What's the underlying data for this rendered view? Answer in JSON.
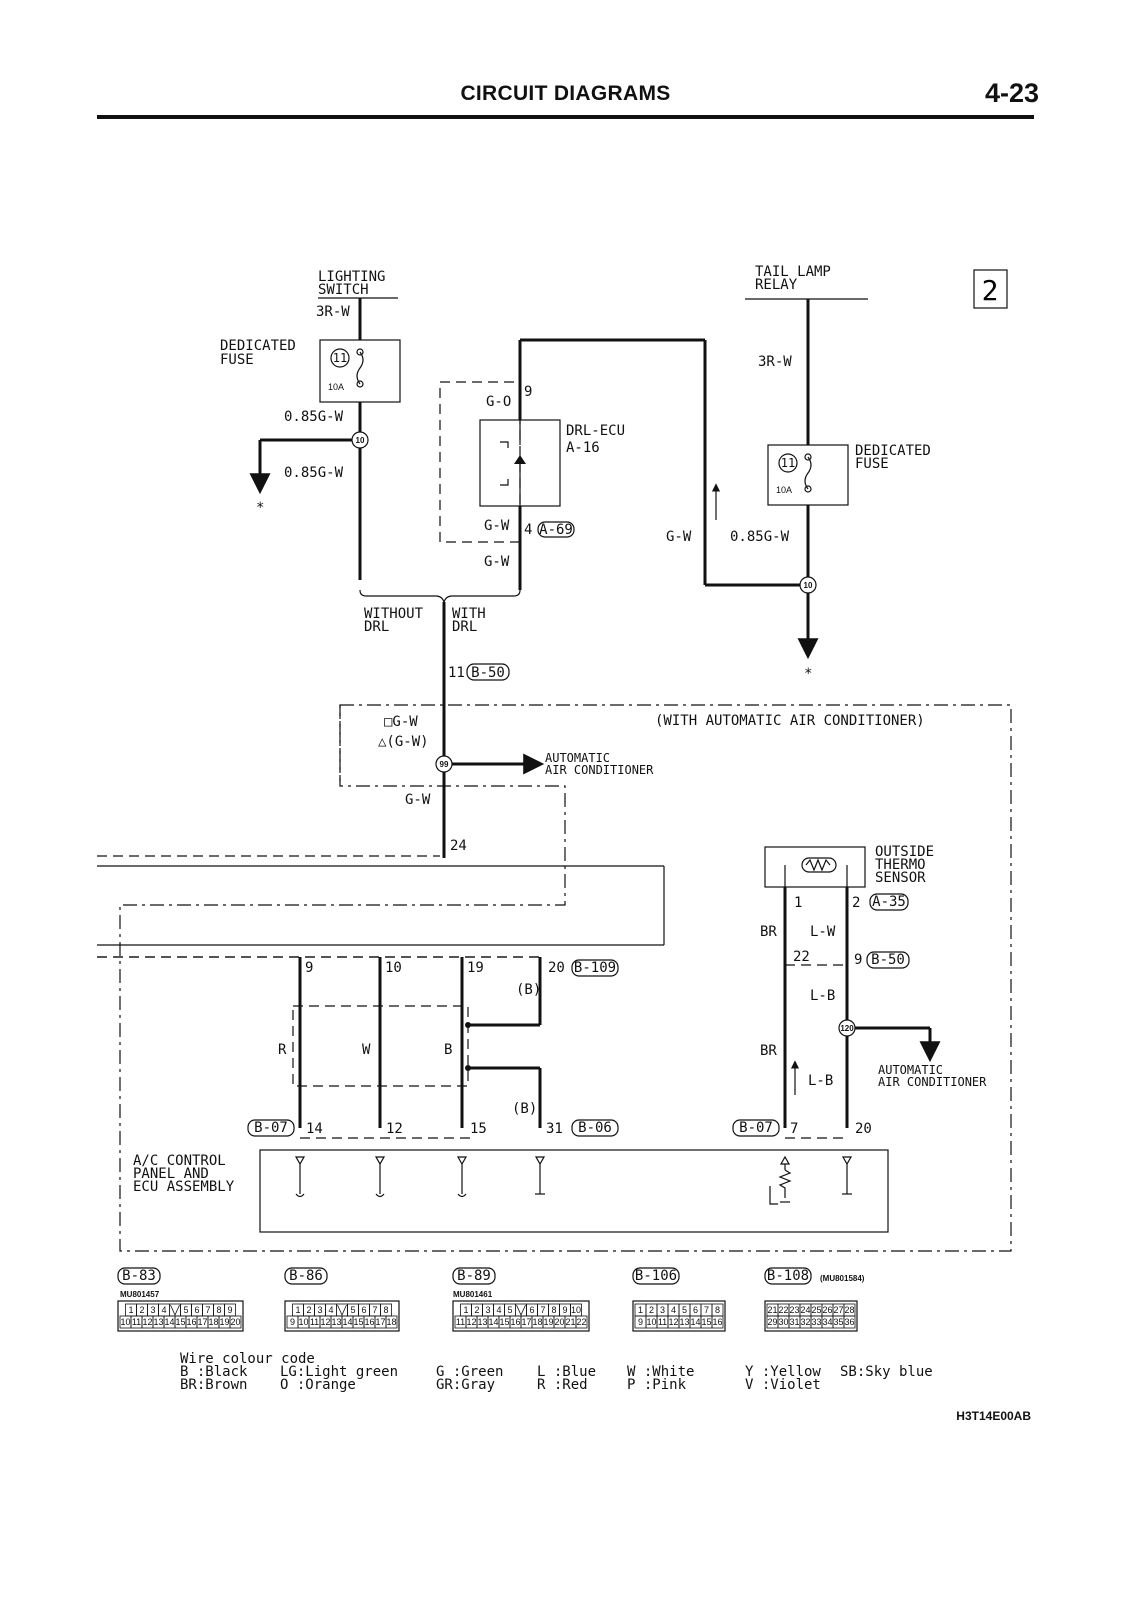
{
  "header": {
    "title": "CIRCUIT DIAGRAMS",
    "page": "4-23"
  },
  "sheet_mark": "2",
  "labels": {
    "lighting_switch_1": "LIGHTING",
    "lighting_switch_2": "SWITCH",
    "wire_3rw_left": "3R-W",
    "dedicated_fuse_1": "DEDICATED",
    "dedicated_fuse_2": "FUSE",
    "fuse_no": "11",
    "fuse_amp": "10A",
    "wire_085gw_a": "0.85G-W",
    "wire_085gw_b": "0.85G-W",
    "junction_10": "10",
    "star": "*",
    "tail_lamp_1": "TAIL LAMP",
    "tail_lamp_2": "RELAY",
    "wire_3rw_right": "3R-W",
    "wire_go": "G-O",
    "pin_9": "9",
    "drl_ecu": "DRL-ECU",
    "drl_ecu_id": "A-16",
    "wire_gw_1": "G-W",
    "pin_4": "4",
    "conn_a69": "A-69",
    "wire_gw_2": "G-W",
    "wire_gw_3": "G-W",
    "wire_085gw_c": "0.85G-W",
    "without_1": "WITHOUT",
    "without_2": "DRL",
    "with_1": "WITH",
    "with_2": "DRL",
    "pin_11": "11",
    "conn_b50": "B-50",
    "with_auto_ac": "(WITH AUTOMATIC AIR CONDITIONER)",
    "sq_gw": "□G-W",
    "tri_gw": "△(G-W)",
    "junction_99": "99",
    "auto_ac_1": "AUTOMATIC",
    "auto_ac_2": "AIR CONDITIONER",
    "wire_gw_4": "G-W",
    "pin_24": "24",
    "outside_1": "OUTSIDE",
    "outside_2": "THERMO",
    "outside_3": "SENSOR",
    "pin_1": "1",
    "pin_2": "2",
    "conn_a35": "A-35",
    "wire_br_1": "BR",
    "wire_lw": "L-W",
    "pin_22": "22",
    "pin_9b": "9",
    "conn_b50b": "B-50",
    "wire_lb_1": "L-B",
    "junction_120": "120",
    "wire_br_2": "BR",
    "wire_lb_2": "L-B",
    "pin_9c": "9",
    "pin_10": "10",
    "pin_19": "19",
    "pin_20": "20",
    "conn_b109": "B-109",
    "wire_b_1": "(B)",
    "wire_r": "R",
    "wire_w": "W",
    "wire_b": "B",
    "wire_b_2": "(B)",
    "conn_b07a": "B-07",
    "pin_14": "14",
    "pin_12": "12",
    "pin_15": "15",
    "pin_31": "31",
    "conn_b06": "B-06",
    "conn_b07b": "B-07",
    "pin_7": "7",
    "pin_20b": "20",
    "acp_1": "A/C CONTROL",
    "acp_2": "PANEL AND",
    "acp_3": "ECU ASSEMBLY"
  },
  "connectors": [
    {
      "id": "B-83",
      "part": "MU801457",
      "top": [
        "1",
        "2",
        "3",
        "4",
        "",
        "5",
        "6",
        "7",
        "8",
        "9"
      ],
      "bottom": [
        "10",
        "11",
        "12",
        "13",
        "14",
        "15",
        "16",
        "17",
        "18",
        "19",
        "20"
      ]
    },
    {
      "id": "B-86",
      "part": "",
      "top": [
        "1",
        "2",
        "3",
        "4",
        "",
        "5",
        "6",
        "7",
        "8"
      ],
      "bottom": [
        "9",
        "10",
        "11",
        "12",
        "13",
        "14",
        "15",
        "16",
        "17",
        "18"
      ]
    },
    {
      "id": "B-89",
      "part": "MU801461",
      "top": [
        "1",
        "2",
        "3",
        "4",
        "5",
        "",
        "6",
        "7",
        "8",
        "9",
        "10"
      ],
      "bottom": [
        "11",
        "12",
        "13",
        "14",
        "15",
        "16",
        "17",
        "18",
        "19",
        "20",
        "21",
        "22"
      ]
    },
    {
      "id": "B-106",
      "part": "",
      "top": [
        "1",
        "2",
        "3",
        "4",
        "5",
        "6",
        "7",
        "8"
      ],
      "bottom": [
        "9",
        "10",
        "11",
        "12",
        "13",
        "14",
        "15",
        "16"
      ]
    },
    {
      "id": "B-108",
      "part": "(MU801584)",
      "top": [
        "21",
        "22",
        "23",
        "24",
        "25",
        "26",
        "27",
        "28"
      ],
      "bottom": [
        "29",
        "30",
        "31",
        "32",
        "33",
        "34",
        "35",
        "36"
      ]
    }
  ],
  "legend": {
    "title": "Wire colour code",
    "row1": [
      "B :Black",
      "LG:Light green",
      "G :Green",
      "L :Blue",
      "W :White",
      "Y :Yellow",
      "SB:Sky blue"
    ],
    "row2": [
      "BR:Brown",
      "O :Orange",
      "GR:Gray",
      "R :Red",
      "P :Pink",
      "V :Violet"
    ]
  },
  "ref_code": "H3T14E00AB"
}
